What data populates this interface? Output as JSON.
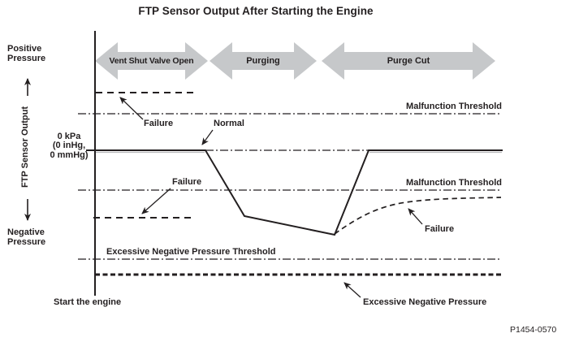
{
  "title": "FTP Sensor Output After Starting the Engine",
  "axis": {
    "y_label": "FTP Sensor Output",
    "positive_label": "Positive Pressure",
    "negative_label": "Negative Pressure",
    "zero_line1": "0 kPa",
    "zero_line2": "(0 inHg,",
    "zero_line3": "0 mmHg)",
    "x_origin_label": "Start the engine"
  },
  "phases": [
    {
      "label": "Vent Shut Valve Open"
    },
    {
      "label": "Purging"
    },
    {
      "label": "Purge Cut"
    }
  ],
  "thresholds": {
    "malfunction_upper": "Malfunction Threshold",
    "malfunction_lower": "Malfunction Threshold",
    "excessive_negative": "Excessive Negative Pressure Threshold"
  },
  "annotations": {
    "failure_positive": "Failure",
    "normal": "Normal",
    "failure_negative": "Failure",
    "failure_recovery": "Failure",
    "excessive_negative_pressure": "Excessive Negative Pressure"
  },
  "figure_id": "P1454-0570",
  "icons": {
    "phase_arrows": "double-headed-arrow-icon",
    "direction_up": "up-arrow-icon",
    "direction_down": "down-arrow-icon"
  },
  "colors": {
    "line": "#231f20",
    "phase_arrow_fill": "#c6c8ca",
    "background": "#ffffff"
  }
}
